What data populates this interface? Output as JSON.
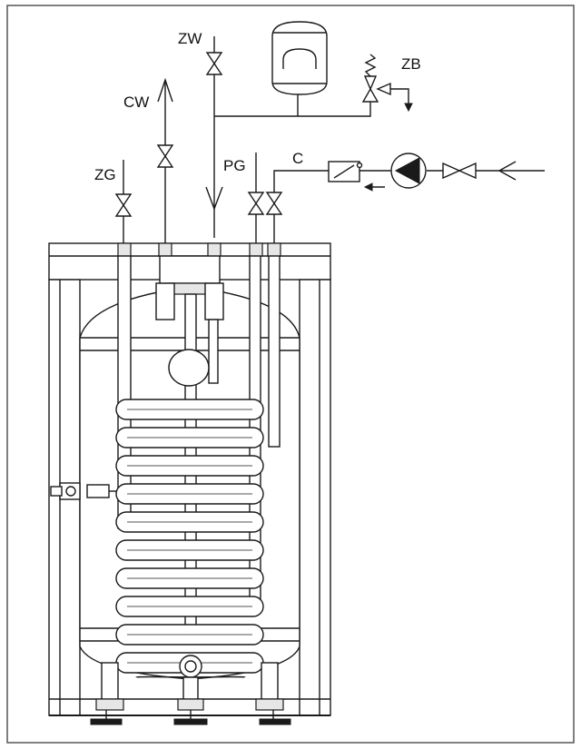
{
  "labels": {
    "zw": "ZW",
    "cw": "CW",
    "zg": "ZG",
    "pg": "PG",
    "c": "C",
    "zb": "ZB"
  },
  "colors": {
    "line": "#1a1a1a",
    "background": "#ffffff",
    "fill_light": "#e6e6e6"
  }
}
